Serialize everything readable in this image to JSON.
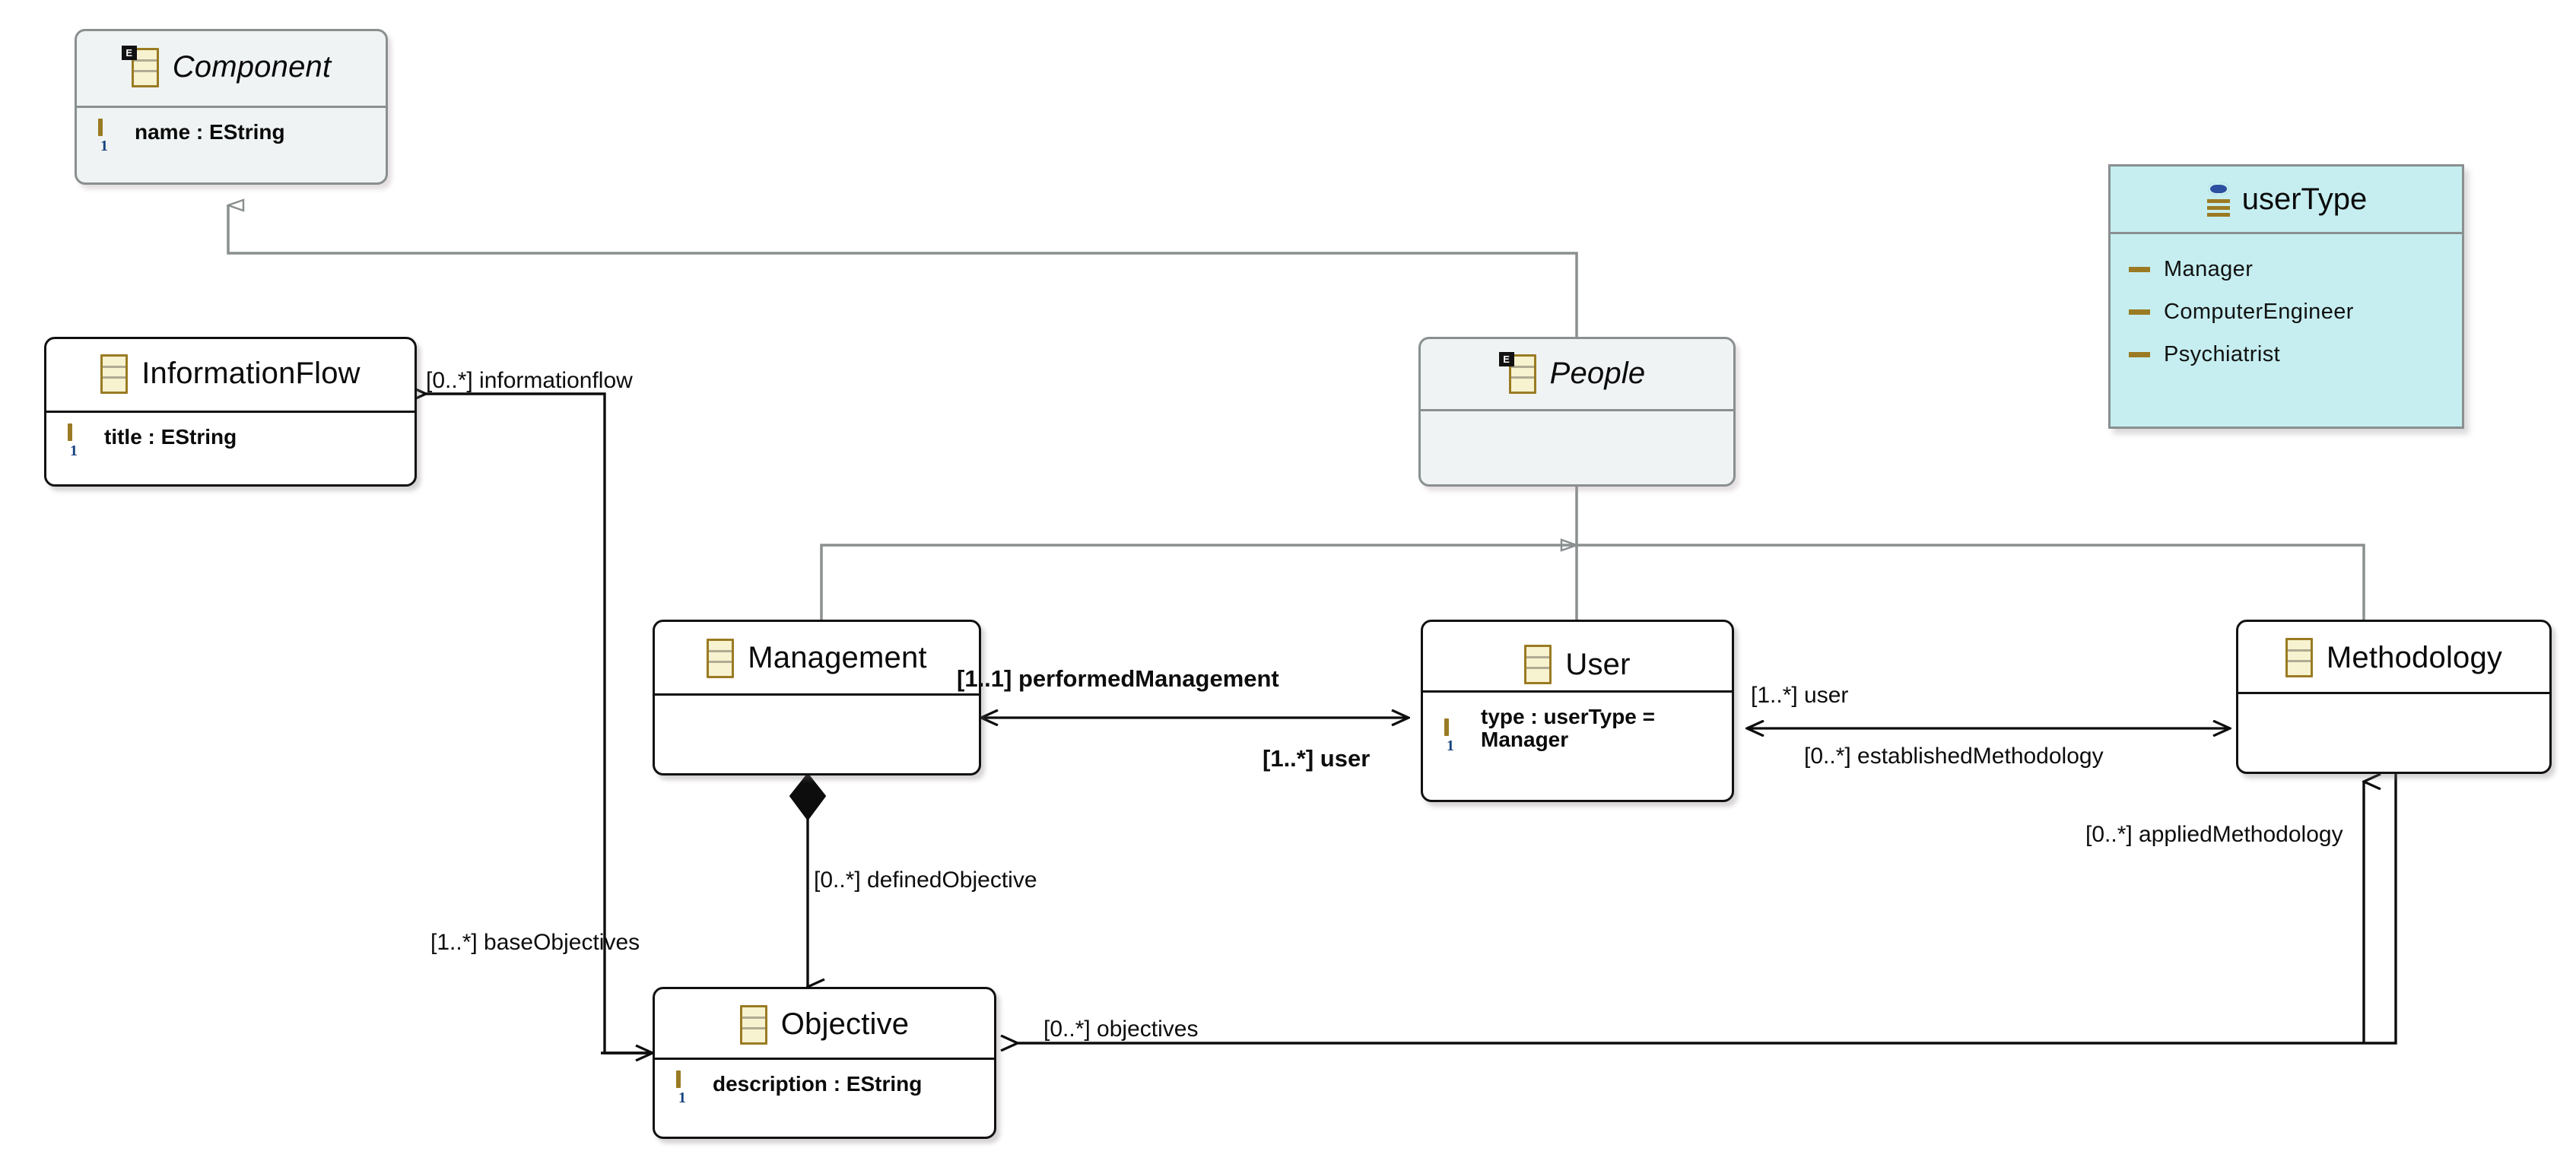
{
  "diagram": {
    "type": "uml-class-diagram",
    "title": "",
    "classes": [
      {
        "id": "component",
        "name": "Component",
        "abstract": true,
        "fill": "#eff3f3",
        "border": "#8a8f8f",
        "attributes": [
          {
            "text": "name : EString",
            "multiplicity": "1"
          }
        ]
      },
      {
        "id": "informationflow",
        "name": "InformationFlow",
        "abstract": false,
        "fill": "#ffffff",
        "border": "#111111",
        "attributes": [
          {
            "text": "title : EString",
            "multiplicity": "1"
          }
        ]
      },
      {
        "id": "people",
        "name": "People",
        "abstract": true,
        "fill": "#eff3f3",
        "border": "#8a8f8f",
        "attributes": []
      },
      {
        "id": "management",
        "name": "Management",
        "abstract": false,
        "fill": "#ffffff",
        "border": "#111111",
        "attributes": []
      },
      {
        "id": "user",
        "name": "User",
        "abstract": false,
        "fill": "#ffffff",
        "border": "#111111",
        "attributes": [
          {
            "text": "type : userType = Manager",
            "multiplicity": "1"
          }
        ]
      },
      {
        "id": "methodology",
        "name": "Methodology",
        "abstract": false,
        "fill": "#ffffff",
        "border": "#111111",
        "attributes": []
      },
      {
        "id": "objective",
        "name": "Objective",
        "abstract": false,
        "fill": "#ffffff",
        "border": "#111111",
        "attributes": [
          {
            "text": "description : EString",
            "multiplicity": "1"
          }
        ]
      }
    ],
    "enums": [
      {
        "id": "usertype",
        "name": "userType",
        "fill": "#c6eef0",
        "border": "#8a8f8f",
        "literals": [
          "Manager",
          "ComputerEngineer",
          "Psychiatrist"
        ]
      }
    ],
    "generalizations": [
      {
        "from": "people",
        "to": "component"
      },
      {
        "from": "management",
        "to": "people"
      },
      {
        "from": "user",
        "to": "people"
      },
      {
        "from": "methodology",
        "to": "people"
      }
    ],
    "associations": [
      {
        "id": "informationflow-assoc",
        "label": "[0..*] informationflow",
        "multiplicity": "0..*",
        "role": "informationflow",
        "bold": false,
        "source": "objective",
        "target": "informationflow"
      },
      {
        "id": "performedmanagement-assoc",
        "label": "[1..1] performedManagement",
        "multiplicity": "1..1",
        "role": "performedManagement",
        "bold": true,
        "source": "user",
        "target": "management"
      },
      {
        "id": "user-assoc-management",
        "label": "[1..*] user",
        "multiplicity": "1..*",
        "role": "user",
        "bold": true,
        "source": "management",
        "target": "user"
      },
      {
        "id": "user-assoc-methodology",
        "label": "[1..*] user",
        "multiplicity": "1..*",
        "role": "user",
        "bold": false,
        "source": "methodology",
        "target": "user"
      },
      {
        "id": "establishedmethodology-assoc",
        "label": "[0..*] establishedMethodology",
        "multiplicity": "0..*",
        "role": "establishedMethodology",
        "bold": false,
        "source": "user",
        "target": "methodology"
      },
      {
        "id": "appliedmethodology-assoc",
        "label": "[0..*] appliedMethodology",
        "multiplicity": "0..*",
        "role": "appliedMethodology",
        "bold": false,
        "source": "objective",
        "target": "methodology"
      },
      {
        "id": "objectives-assoc",
        "label": "[0..*] objectives",
        "multiplicity": "0..*",
        "role": "objectives",
        "bold": false,
        "source": "methodology",
        "target": "objective"
      },
      {
        "id": "definedobjective-assoc",
        "label": "[0..*] definedObjective",
        "multiplicity": "0..*",
        "role": "definedObjective",
        "bold": false,
        "source": "management",
        "target": "objective",
        "aggregation": "composite"
      },
      {
        "id": "baseobjectives-assoc",
        "label": "[1..*] baseObjectives",
        "multiplicity": "1..*",
        "role": "baseObjectives",
        "bold": false,
        "source": "objective",
        "target": "informationflow"
      }
    ]
  },
  "labels": {
    "informationflow": "[0..*] informationflow",
    "performedManagement": "[1..1] performedManagement",
    "userManagement": "[1..*] user",
    "userMethodology": "[1..*] user",
    "establishedMethodology": "[0..*] establishedMethodology",
    "appliedMethodology": "[0..*] appliedMethodology",
    "objectives": "[0..*] objectives",
    "definedObjective": "[0..*] definedObjective",
    "baseObjectives": "[1..*] baseObjectives"
  },
  "attrs": {
    "componentName": "name : EString",
    "informationflowTitle": "title : EString",
    "userType": "type : userType = Manager",
    "objectiveDescription": "description : EString",
    "multOne": "1"
  },
  "names": {
    "component": "Component",
    "informationflow": "InformationFlow",
    "people": "People",
    "management": "Management",
    "user": "User",
    "methodology": "Methodology",
    "objective": "Objective",
    "usertype": "userType"
  },
  "enumLiterals": {
    "manager": "Manager",
    "computerengineer": "ComputerEngineer",
    "psychiatrist": "Psychiatrist"
  },
  "colors": {
    "abstractFill": "#eff3f3",
    "concreteFill": "#ffffff",
    "enumFill": "#c6eef0",
    "grayBorder": "#8a8f8f",
    "blackBorder": "#111111",
    "iconGold": "#9a7b23",
    "iconCream": "#f7f2cf",
    "multiplicityBlue": "#14407f"
  }
}
